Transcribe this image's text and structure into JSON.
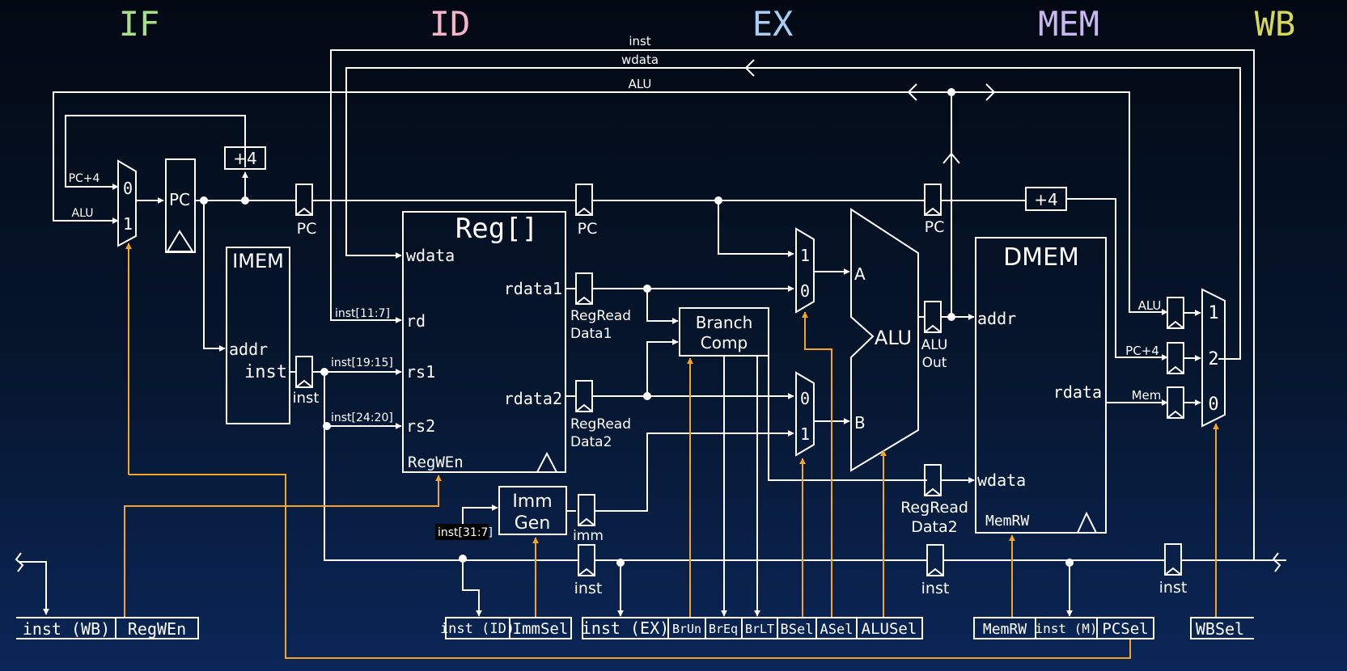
{
  "stages": {
    "if": "IF",
    "id": "ID",
    "ex": "EX",
    "mem": "MEM",
    "wb": "WB"
  },
  "colors": {
    "if": "#a6e08a",
    "id": "#f6b3c9",
    "ex": "#a6cdf2",
    "mem": "#c8b8f0",
    "wb": "#d6d85c",
    "wire": "#ffffff",
    "control": "#f5a425",
    "bg_top": "#030913",
    "bg_bottom": "#0b2658"
  },
  "wires": {
    "inst": "inst",
    "wdata": "wdata",
    "alu": "ALU",
    "pc4": "PC+4",
    "alu_in": "ALU"
  },
  "mux_if": {
    "in0": "0",
    "in1": "1"
  },
  "pc": "PC",
  "plus4": "+4",
  "imem": {
    "title": "IMEM",
    "addr": "addr",
    "inst": "inst"
  },
  "regs": {
    "pc_if": "PC",
    "inst_if": "inst",
    "pc_id": "PC",
    "rr1": [
      "RegRead",
      "Data1"
    ],
    "rr2": [
      "RegRead",
      "Data2"
    ],
    "imm": "imm",
    "inst_id": "inst",
    "pc_ex": "PC",
    "alu_out": [
      "ALU",
      "Out"
    ],
    "rr2_ex": [
      "RegRead",
      "Data2"
    ],
    "inst_ex": "inst",
    "inst_mem": "inst"
  },
  "regfile": {
    "title": "Reg[]",
    "wdata": "wdata",
    "rd": "rd",
    "rs1": "rs1",
    "rs2": "rs2",
    "rdata1": "rdata1",
    "rdata2": "rdata2",
    "regwen": "RegWEn"
  },
  "fields": {
    "rd": "inst[11:7]",
    "rs1": "inst[19:15]",
    "rs2": "inst[24:20]",
    "imm": "inst[31:7]"
  },
  "immgen": [
    "Imm",
    "Gen"
  ],
  "branch": [
    "Branch",
    "Comp"
  ],
  "mux_a": {
    "top": "1",
    "bot": "0"
  },
  "mux_b": {
    "top": "0",
    "bot": "1"
  },
  "alu": {
    "label": "ALU",
    "a": "A",
    "b": "B"
  },
  "dmem": {
    "title": "DMEM",
    "addr": "addr",
    "rdata": "rdata",
    "wdata": "wdata",
    "memrw": "MemRW"
  },
  "wb_regs": {
    "alu": "ALU",
    "pc4": "PC+4",
    "mem": "Mem"
  },
  "mux_wb": {
    "top": "1",
    "mid": "2",
    "bot": "0"
  },
  "control": {
    "inst_wb": "inst (WB)",
    "regwen": "RegWEn",
    "inst_id": "inst (ID)",
    "immsel": "ImmSel",
    "inst_ex": "inst (EX)",
    "brun": "BrUn",
    "breq": "BrEq",
    "brlt": "BrLT",
    "bsel": "BSel",
    "asel": "ASel",
    "alusel": "ALUSel",
    "memrw": "MemRW",
    "inst_m": "inst (M)",
    "pcsel": "PCSel",
    "wbsel": "WBSel"
  }
}
